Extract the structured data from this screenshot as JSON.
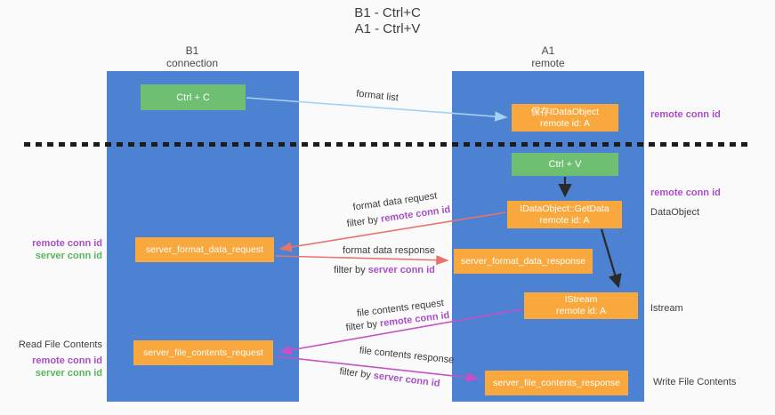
{
  "title": {
    "line1": "B1 - Ctrl+C",
    "line2": "A1 - Ctrl+V"
  },
  "columns": {
    "left": {
      "name": "B1",
      "role": "connection"
    },
    "right": {
      "name": "A1",
      "role": "remote"
    }
  },
  "nodes": {
    "ctrl_c": "Ctrl + C",
    "ctrl_v": "Ctrl + V",
    "save_idataobject": {
      "line1": "保存IDataObject",
      "line2": "remote id: A"
    },
    "getdata": {
      "line1": "IDataObject::GetData",
      "line2": "remote id: A"
    },
    "istream": {
      "line1": "IStream",
      "line2": "remote id: A"
    },
    "server_format_data_request": "server_format_data_request",
    "server_format_data_response": "server_format_data_response",
    "server_file_contents_request": "server_file_contents_request",
    "server_file_contents_response": "server_file_contents_response"
  },
  "side_labels": {
    "right_remote_conn_id_top": "remote conn id",
    "right_remote_conn_id_mid": "remote conn id",
    "dataobject": "DataObject",
    "istream": "Istream",
    "write_file_contents": "Write File Contents",
    "left_remote_conn_id_top": "remote conn id",
    "left_server_conn_id_top": "server conn id",
    "read_file_contents": "Read File Contents",
    "left_remote_conn_id_bottom": "remote conn id",
    "left_server_conn_id_bottom": "server conn id"
  },
  "flows": {
    "format_list": {
      "label": "format list"
    },
    "format_request": {
      "label": "format data request",
      "filter_prefix": "filter by ",
      "filter_id": "remote conn id"
    },
    "format_response": {
      "label": "format data response",
      "filter_prefix": "filter by ",
      "filter_id": "server conn id"
    },
    "file_request": {
      "label": "file contents request",
      "filter_prefix": "filter by ",
      "filter_id": "remote conn id"
    },
    "file_response": {
      "label": "file contents response",
      "filter_prefix": "filter by ",
      "filter_id": "server conn id"
    }
  },
  "colors": {
    "background": "#fafafa",
    "lifeline_blue": "#4d82d2",
    "box_green": "#6fbf72",
    "box_orange": "#f9a83d",
    "arrow_red": "#e8736c",
    "arrow_magenta": "#c84fc8",
    "arrow_lightblue": "#a6d2f2",
    "arrow_black": "#2a2a2a",
    "id_purple": "#a94fc5",
    "id_green": "#57b65c"
  }
}
